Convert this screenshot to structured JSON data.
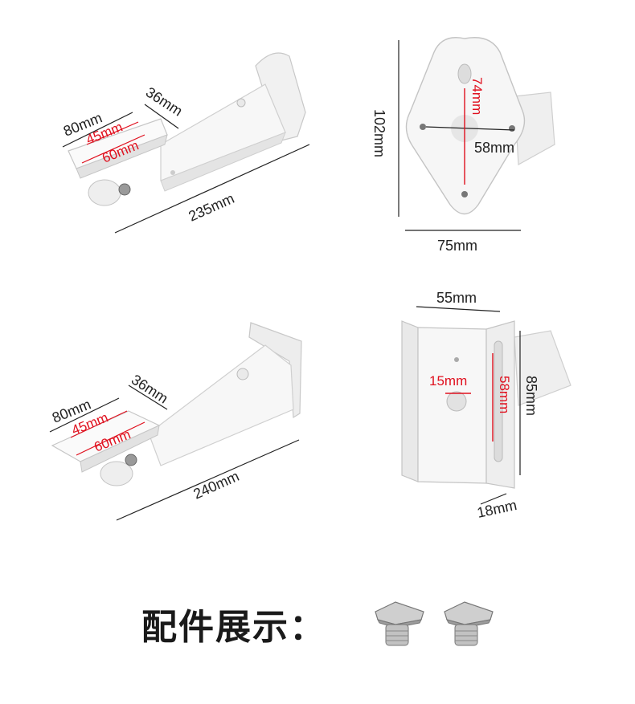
{
  "bracket_long_top": {
    "width_label": "80mm",
    "depth_label": "36mm",
    "inner_label_1": "45mm",
    "inner_label_2": "60mm",
    "length_label": "235mm"
  },
  "wall_plate": {
    "height_label": "102mm",
    "hole_vertical_label": "74mm",
    "hole_horizontal_label": "58mm",
    "width_label": "75mm"
  },
  "bracket_long_bottom": {
    "width_label": "80mm",
    "depth_label": "36mm",
    "inner_label_1": "45mm",
    "inner_label_2": "60mm",
    "length_label": "240mm"
  },
  "pole_plate": {
    "width_label": "55mm",
    "height_label": "85mm",
    "hole_label": "15mm",
    "slot_label": "58mm",
    "flange_label": "18mm"
  },
  "accessories": {
    "title": "配件展示："
  },
  "colors": {
    "dimension_red": "#e0101e",
    "dimension_black": "#222222",
    "metal_white": "#f4f4f4"
  }
}
